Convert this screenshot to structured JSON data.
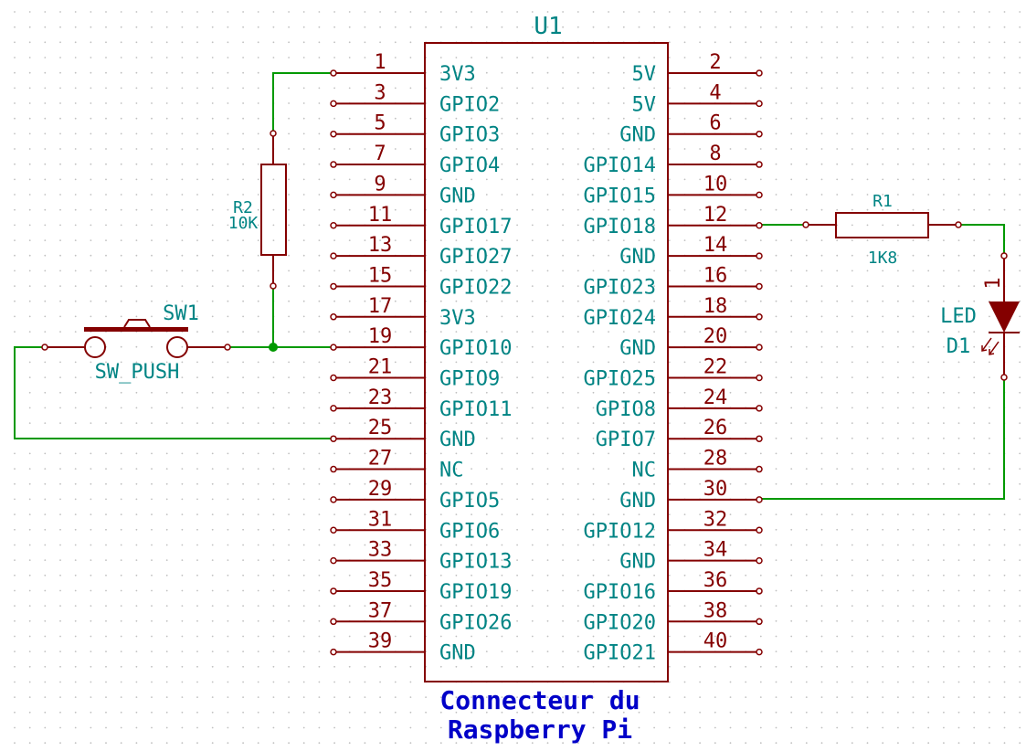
{
  "connector": {
    "ref": "U1",
    "note_line1": "Connecteur du",
    "note_line2": "Raspberry Pi",
    "left_pins": [
      {
        "num": "1",
        "name": "3V3"
      },
      {
        "num": "3",
        "name": "GPIO2"
      },
      {
        "num": "5",
        "name": "GPIO3"
      },
      {
        "num": "7",
        "name": "GPIO4"
      },
      {
        "num": "9",
        "name": "GND"
      },
      {
        "num": "11",
        "name": "GPIO17"
      },
      {
        "num": "13",
        "name": "GPIO27"
      },
      {
        "num": "15",
        "name": "GPIO22"
      },
      {
        "num": "17",
        "name": "3V3"
      },
      {
        "num": "19",
        "name": "GPIO10"
      },
      {
        "num": "21",
        "name": "GPIO9"
      },
      {
        "num": "23",
        "name": "GPIO11"
      },
      {
        "num": "25",
        "name": "GND"
      },
      {
        "num": "27",
        "name": "NC"
      },
      {
        "num": "29",
        "name": "GPIO5"
      },
      {
        "num": "31",
        "name": "GPIO6"
      },
      {
        "num": "33",
        "name": "GPIO13"
      },
      {
        "num": "35",
        "name": "GPIO19"
      },
      {
        "num": "37",
        "name": "GPIO26"
      },
      {
        "num": "39",
        "name": "GND"
      }
    ],
    "right_pins": [
      {
        "num": "2",
        "name": "5V"
      },
      {
        "num": "4",
        "name": "5V"
      },
      {
        "num": "6",
        "name": "GND"
      },
      {
        "num": "8",
        "name": "GPIO14"
      },
      {
        "num": "10",
        "name": "GPIO15"
      },
      {
        "num": "12",
        "name": "GPIO18"
      },
      {
        "num": "14",
        "name": "GND"
      },
      {
        "num": "16",
        "name": "GPIO23"
      },
      {
        "num": "18",
        "name": "GPIO24"
      },
      {
        "num": "20",
        "name": "GND"
      },
      {
        "num": "22",
        "name": "GPIO25"
      },
      {
        "num": "24",
        "name": "GPIO8"
      },
      {
        "num": "26",
        "name": "GPIO7"
      },
      {
        "num": "28",
        "name": "NC"
      },
      {
        "num": "30",
        "name": "GND"
      },
      {
        "num": "32",
        "name": "GPIO12"
      },
      {
        "num": "34",
        "name": "GND"
      },
      {
        "num": "36",
        "name": "GPIO16"
      },
      {
        "num": "38",
        "name": "GPIO20"
      },
      {
        "num": "40",
        "name": "GPIO21"
      }
    ]
  },
  "components": {
    "r2": {
      "ref": "R2",
      "value": "10K"
    },
    "r1": {
      "ref": "R1",
      "value": "1K8"
    },
    "sw1": {
      "ref": "SW1",
      "value": "SW_PUSH"
    },
    "d1": {
      "ref": "D1",
      "value": "LED",
      "pin": "1"
    }
  },
  "colors": {
    "component": "#840000",
    "pin_name": "#008484",
    "wire": "#009900",
    "note": "#0000c8",
    "grid": "#c0c0c0"
  }
}
